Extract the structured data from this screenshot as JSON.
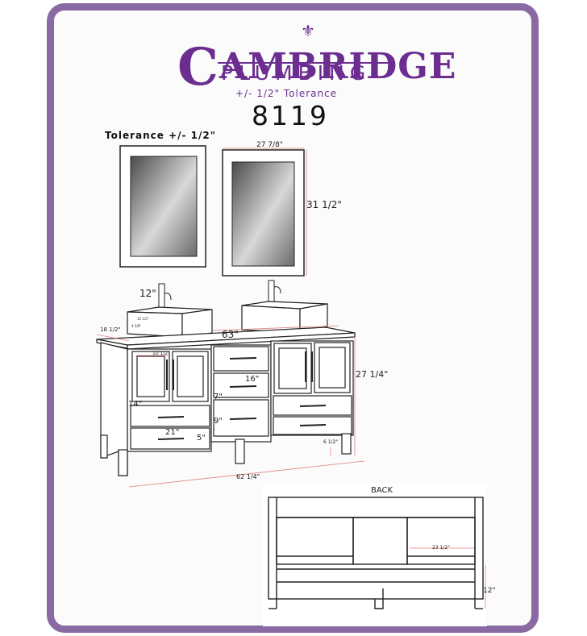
{
  "brand": {
    "name_initial": "C",
    "name_rest": "AMBRIDGE",
    "subtitle": "PLUMBING"
  },
  "tolerance_top": "+/- 1/2\" Tolerance",
  "model_number": "8119",
  "tolerance_left": "Tolerance +/- 1/2\"",
  "dimensions": {
    "mirror_width": "27 7/8\"",
    "mirror_height": "31 1/2\"",
    "faucet_height": "12\"",
    "sink_small_1": "12 1/2\"",
    "sink_small_2": "4 5/8\"",
    "depth": "18 1/2\"",
    "top_width": "63\"",
    "door_width": "10 1/2\"",
    "vanity_height": "27 1/4\"",
    "center_drawer_width": "16\"",
    "door_height": "14\"",
    "center_drawer_1": "7\"",
    "center_drawer_2": "9\"",
    "drawer_width": "21\"",
    "drawer_height": "5\"",
    "leg_height": "6 1/2\"",
    "base_width": "62 1/4\""
  },
  "back": {
    "label": "BACK",
    "inner_width": "23 1/2\"",
    "leg_height": "12\""
  }
}
